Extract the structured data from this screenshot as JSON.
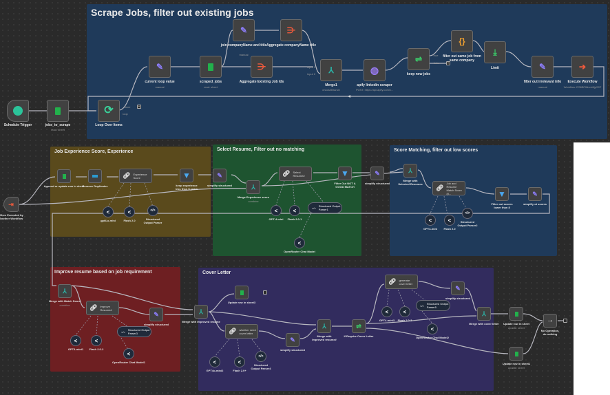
{
  "groups": {
    "scrape": {
      "title": "Scrape Jobs, filter out existing jobs",
      "color": "#1f3a5a"
    },
    "experience": {
      "title": "Job Experience Score, Experience",
      "color": "#5a4a1c"
    },
    "select": {
      "title": "Select Resume, Filter out no matching",
      "color": "#1e5430"
    },
    "score": {
      "title": "Score Matching, filter out low scores",
      "color": "#1f3a5a"
    },
    "improve": {
      "title": "Improve resume based on job requirement",
      "color": "#6e1f22"
    },
    "cover": {
      "title": "Cover Letter",
      "color": "#322c5e"
    }
  },
  "nodes": {
    "schedule_trigger": {
      "label": "Schedule Trigger",
      "icon": "clock-icon"
    },
    "jobs_to_scrape": {
      "label": "jobs_to_scrape",
      "sub": "read: sheet",
      "icon": "sheets-icon"
    },
    "loop_over_items": {
      "label": "Loop Over Items",
      "icon": "loop-icon",
      "out_done": "done",
      "out_loop": "loop"
    },
    "current_loop_value": {
      "label": "current loop value",
      "sub": "manual",
      "icon": "pencil-icon"
    },
    "scraped_jobs": {
      "label": "scraped_jobs",
      "sub": "read: sheet",
      "icon": "sheets-icon"
    },
    "join_company": {
      "label": "join companyName and title",
      "sub": "manual",
      "icon": "pencil-icon"
    },
    "aggregate_company": {
      "label": "Aggregate companyName title",
      "icon": "aggregate-icon"
    },
    "aggregate_ids": {
      "label": "Aggregate Existing Job Ids",
      "icon": "aggregate-icon"
    },
    "merge1": {
      "label": "Merge1",
      "sub": "chooseBranch",
      "icon": "merge-icon",
      "in1": "input 1",
      "in2": "input 2"
    },
    "apify": {
      "label": "apify linkedin scraper",
      "sub": "POST: https://api.apify.com/v...",
      "icon": "globe-icon"
    },
    "keep_new_jobs": {
      "label": "keep new jobs",
      "icon": "if-icon",
      "out_true": "true",
      "out_false": "false"
    },
    "filter_same_job": {
      "label": "filter out same job from same company",
      "icon": "code-icon"
    },
    "limit": {
      "label": "Limit",
      "icon": "limit-icon"
    },
    "filter_irrelevant": {
      "label": "filter out irrelevant info",
      "sub": "manual",
      "icon": "pencil-icon"
    },
    "execute_workflow": {
      "label": "Execute Workflow",
      "sub": "Workflow: ES6BFlfdvmt6jpS0T",
      "icon": "execute-icon"
    },
    "when_executed": {
      "label": "When Executed by Another Workflow",
      "icon": "sign-in-icon"
    },
    "append_update": {
      "label": "Append or update row in sheet",
      "sub": "appendOrUpdate: sheet",
      "icon": "sheets-icon"
    },
    "remove_duplicates": {
      "label": "Remove Duplicates",
      "icon": "dedupe-icon"
    },
    "experience_score": {
      "label": "Experience Score",
      "icon": "chain-icon"
    },
    "keep_experience": {
      "label": "keep experience less than 5 years",
      "icon": "filter-icon"
    },
    "simplify1": {
      "label": "simplify structured",
      "sub": "manual",
      "icon": "pencil-icon"
    },
    "merge_experience": {
      "label": "Merge Experience score",
      "sub": "combine",
      "icon": "merge-icon"
    },
    "gpt4o_mini": {
      "label": "gpt4-o-mini",
      "icon": "model-icon"
    },
    "flash20": {
      "label": "Flash 2.0",
      "icon": "model-icon"
    },
    "structured_parser": {
      "label": "Structured Output Parser",
      "icon": "parser-icon"
    },
    "select_resume": {
      "label": "Select Resume#",
      "icon": "chain-icon"
    },
    "filter_not_match": {
      "label": "Filter Out NOT A GOOD MATCH",
      "icon": "filter-icon"
    },
    "simplify2": {
      "label": "simplify structured",
      "sub": "manual",
      "icon": "pencil-icon"
    },
    "gpt4o_mini2": {
      "label": "GPT-4 mini",
      "icon": "model-icon"
    },
    "flash201": {
      "label": "Flash 2.0-1",
      "icon": "model-icon"
    },
    "structured_parser1": {
      "label": "Structured Output Parser1",
      "icon": "parser-icon"
    },
    "openrouter1": {
      "label": "OpenRouter Chat Model",
      "icon": "model-icon"
    },
    "merge_selected": {
      "label": "Merge with Selected Resumes",
      "sub": "combine",
      "icon": "merge-icon"
    },
    "job_resume_score": {
      "label": "Job and Resume Match Score (0...",
      "icon": "chain-icon"
    },
    "filter_low_score": {
      "label": "Filter out scores lower than 8",
      "icon": "filter-icon"
    },
    "simplify_scores": {
      "label": "simplify ot scores",
      "sub": "manual",
      "icon": "pencil-icon"
    },
    "gpt4o_mini3": {
      "label": "GPT4-mini",
      "icon": "model-icon"
    },
    "flash3": {
      "label": "Flash 2.0",
      "icon": "model-icon"
    },
    "structured_parser2": {
      "label": "Structured Output Parser2",
      "icon": "parser-icon"
    },
    "merge_match": {
      "label": "Merge with Match Score",
      "sub": "combine",
      "icon": "merge-icon"
    },
    "improve_resume": {
      "label": "Improve Resume#",
      "icon": "chain-icon"
    },
    "simplify3": {
      "label": "simplify structured",
      "sub": "manual",
      "icon": "pencil-icon"
    },
    "gpt4o_mini4": {
      "label": "GPT4-mini1",
      "icon": "model-icon"
    },
    "flash4": {
      "label": "Flash 2.0-2",
      "icon": "model-icon"
    },
    "structured_parser3": {
      "label": "Structured Output Parser3",
      "icon": "parser-icon"
    },
    "openrouter2": {
      "label": "OpenRouter Chat Model1",
      "icon": "model-icon"
    },
    "merge_improved": {
      "label": "Merge with Improved resume",
      "sub": "combine",
      "icon": "merge-icon"
    },
    "update_row3": {
      "label": "Update row in sheet3",
      "sub": "update: sheet",
      "icon": "sheets-icon"
    },
    "cover_letter_chain": {
      "label": "whether need cover letter",
      "icon": "chain-icon"
    },
    "simplify4": {
      "label": "simplify structured",
      "sub": "manual",
      "icon": "pencil-icon"
    },
    "gpt4o_mini5": {
      "label": "GPT4o-mini2",
      "icon": "model-icon"
    },
    "flash5": {
      "label": "Flash 2.0+",
      "icon": "model-icon"
    },
    "structured_parser4": {
      "label": "Structured Output Parser4",
      "icon": "parser-icon"
    },
    "merge_improved2": {
      "label": "Merge with Improved resume#",
      "sub": "combine",
      "icon": "merge-icon"
    },
    "if_requires_cover": {
      "label": "If Require Cover Letter",
      "icon": "if-icon"
    },
    "generate_cover": {
      "label": "generate cover letter",
      "icon": "chain-icon"
    },
    "simplify5": {
      "label": "simplify structured",
      "sub": "manual",
      "icon": "pencil-icon"
    },
    "gpt4o_mini6": {
      "label": "GPT4-mini3",
      "icon": "model-icon"
    },
    "flash6": {
      "label": "Flash 2.0-3",
      "icon": "model-icon"
    },
    "structured_parser5": {
      "label": "Structured Output Parser5",
      "icon": "parser-icon"
    },
    "openrouter3": {
      "label": "OpenRouter Chat Model2",
      "icon": "model-icon"
    },
    "merge_cover": {
      "label": "Merge with cover letter",
      "sub": "combine",
      "icon": "merge-icon"
    },
    "update_row": {
      "label": "Update row in sheet",
      "sub": "update: sheet",
      "icon": "sheets-icon"
    },
    "update_row1": {
      "label": "Update row in sheet1",
      "sub": "update: sheet",
      "icon": "sheets-icon"
    },
    "no_op": {
      "label": "No Operation, do nothing",
      "icon": "arrow-right-icon"
    }
  },
  "colors": {
    "pencil": "#8b7cf6",
    "sheets": "#22b14c",
    "aggregate": "#ef5a3c",
    "merge": "#2bb5a8",
    "globe": "#9a7cf6",
    "if": "#3ad16b",
    "code": "#f0a030",
    "execute": "#ef5a3c",
    "filter": "#4aa8f0",
    "clock": "#2bc49a",
    "loop": "#3ad19a"
  }
}
